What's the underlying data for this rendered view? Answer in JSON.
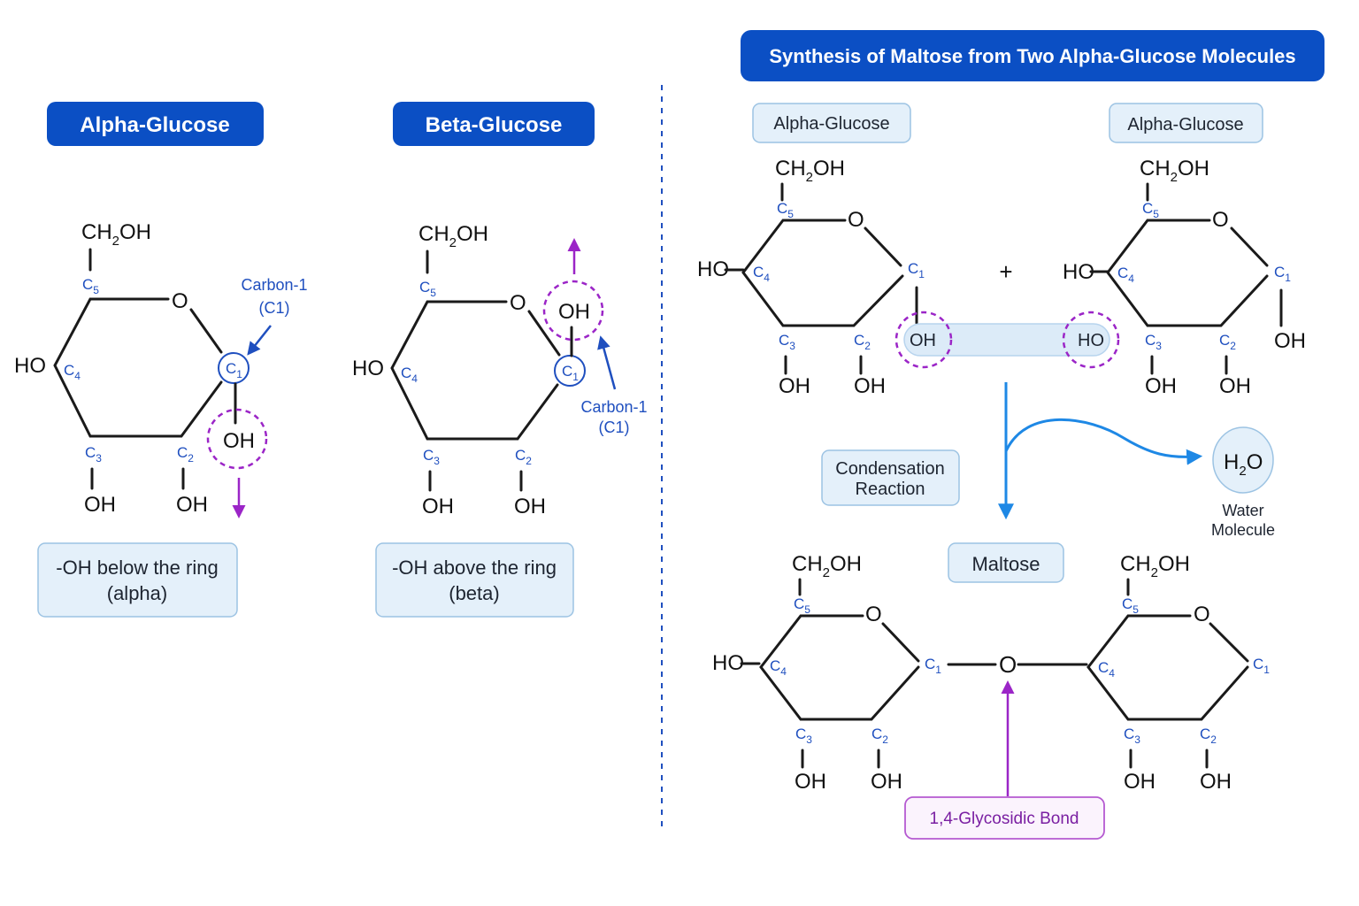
{
  "left_panel": {
    "alpha": {
      "title": "Alpha-Glucose",
      "ch2oh": "CH",
      "ch2oh_sub": "2",
      "ch2oh_tail": "OH",
      "ring_o": "O",
      "ho_left": "HO",
      "c1": "C",
      "c1_sub": "1",
      "c2": "C",
      "c2_sub": "2",
      "c3": "C",
      "c3_sub": "3",
      "c4": "C",
      "c4_sub": "4",
      "c5": "C",
      "c5_sub": "5",
      "c1_oh": "OH",
      "c2_oh": "OH",
      "c3_oh": "OH",
      "carbon1_label": "Carbon-1",
      "carbon1_label2": "(C1)",
      "note_line1": "-OH below the ring",
      "note_line2": "(alpha)"
    },
    "beta": {
      "title": "Beta-Glucose",
      "ch2oh": "CH",
      "ch2oh_sub": "2",
      "ch2oh_tail": "OH",
      "ring_o": "O",
      "ho_left": "HO",
      "c1": "C",
      "c1_sub": "1",
      "c2": "C",
      "c2_sub": "2",
      "c3": "C",
      "c3_sub": "3",
      "c4": "C",
      "c4_sub": "4",
      "c5": "C",
      "c5_sub": "5",
      "c1_oh": "OH",
      "c2_oh": "OH",
      "c3_oh": "OH",
      "carbon1_label": "Carbon-1",
      "carbon1_label2": "(C1)",
      "note_line1": "-OH above the ring",
      "note_line2": "(beta)"
    }
  },
  "right_panel": {
    "title": "Synthesis of Maltose from Two Alpha-Glucose Molecules",
    "left_molecule_label": "Alpha-Glucose",
    "right_molecule_label": "Alpha-Glucose",
    "plus": "+",
    "oh_reacting": "OH",
    "ho_reacting": "HO",
    "reaction_label_line1": "Condensation",
    "reaction_label_line2": "Reaction",
    "water_formula": "H",
    "water_sub": "2",
    "water_tail": "O",
    "water_label_line1": "Water",
    "water_label_line2": "Molecule",
    "product_label": "Maltose",
    "bridge_o": "O",
    "bond_label": "1,4-Glycosidic Bond"
  },
  "common": {
    "ch": "CH",
    "two": "2",
    "oh": "OH",
    "ho": "HO",
    "o": "O",
    "c": "C",
    "n1": "1",
    "n2": "2",
    "n3": "3",
    "n4": "4",
    "n5": "5"
  },
  "colors": {
    "header_blue": "#0b4fc4",
    "carbon_blue": "#1f4fbf",
    "pill_fill": "#e4f0fa",
    "pill_stroke": "#9cc3e3",
    "purple": "#9b25c7",
    "arrow_blue": "#1e88e5"
  }
}
